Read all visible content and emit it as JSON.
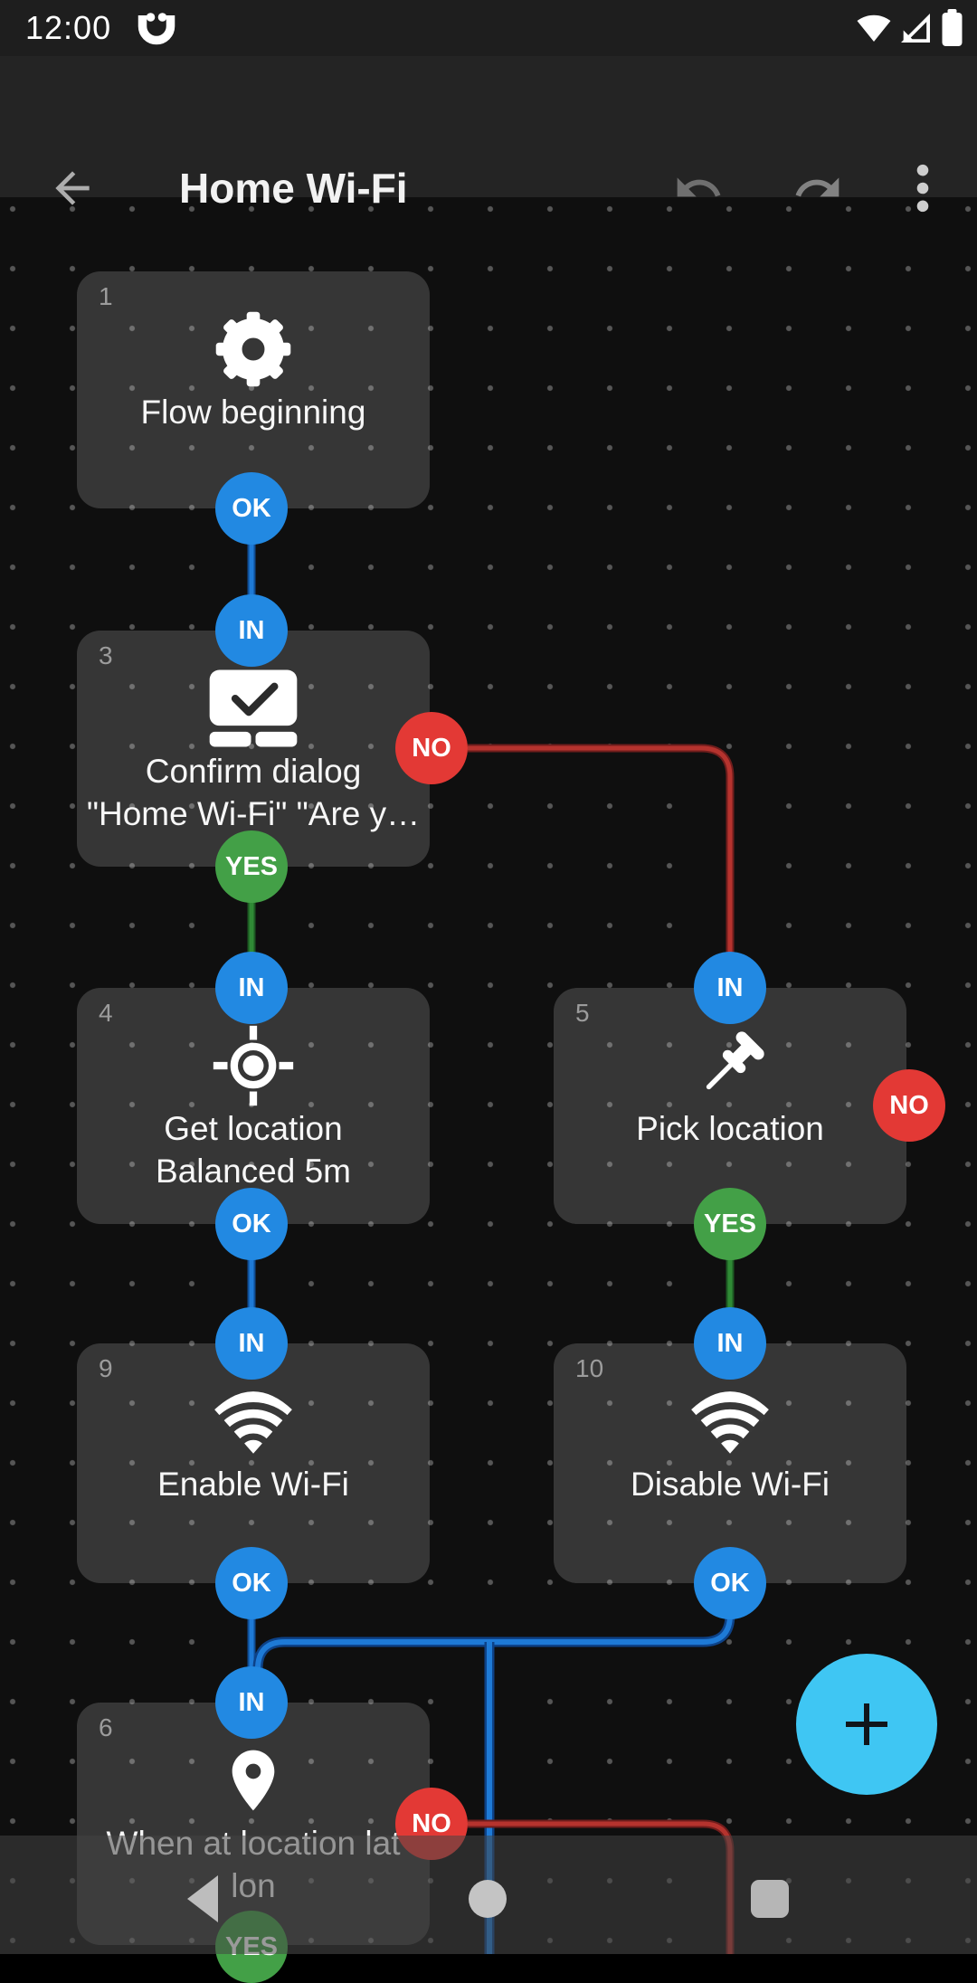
{
  "status_bar": {
    "time": "12:00"
  },
  "app_bar": {
    "title": "Home Wi-Fi"
  },
  "blocks": [
    {
      "number": "1",
      "line1": "Flow beginning",
      "line2": "",
      "ok": "OK"
    },
    {
      "number": "3",
      "line1": "Confirm dialog",
      "line2": "\"Home Wi-Fi\" \"Are y…",
      "in": "IN",
      "yes": "YES",
      "no": "NO"
    },
    {
      "number": "4",
      "line1": "Get location",
      "line2": "Balanced 5m",
      "in": "IN",
      "ok": "OK"
    },
    {
      "number": "5",
      "line1": "Pick location",
      "line2": "",
      "in": "IN",
      "yes": "YES",
      "no": "NO"
    },
    {
      "number": "9",
      "line1": "Enable Wi-Fi",
      "line2": "",
      "in": "IN",
      "ok": "OK"
    },
    {
      "number": "10",
      "line1": "Disable Wi-Fi",
      "line2": "",
      "in": "IN",
      "ok": "OK"
    },
    {
      "number": "6",
      "line1": "When at location lat",
      "line2": "lon",
      "in": "IN",
      "yes": "YES",
      "no": "NO"
    }
  ],
  "fab": {
    "label": "+"
  },
  "colors": {
    "badge_blue": "#2289e2",
    "badge_green": "#43a047",
    "badge_red": "#e33935",
    "wire_blue": "#1e7ad6",
    "wire_green": "#2f8a35",
    "wire_red": "#b5332e",
    "fab_blue": "#3fc6f3",
    "block_bg": "#373737",
    "canvas_bg": "#0f0f0f"
  }
}
